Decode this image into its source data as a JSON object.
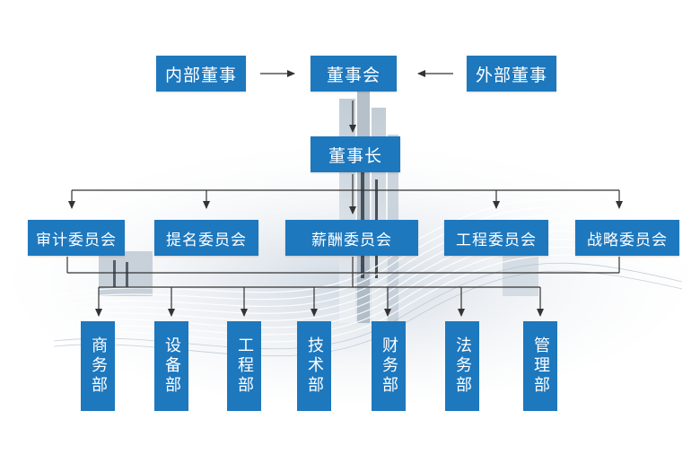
{
  "top": {
    "internal_directors": "内部董事",
    "board": "董事会",
    "external_directors": "外部董事"
  },
  "chairman": "董事长",
  "committees": [
    "审计委员会",
    "提名委员会",
    "薪酬委员会",
    "工程委员会",
    "战略委员会"
  ],
  "departments": [
    "商务部",
    "设备部",
    "工程部",
    "技术部",
    "财务部",
    "法务部",
    "管理部"
  ],
  "colors": {
    "box": "#1d78be",
    "text": "#ffffff",
    "line": "#333333"
  }
}
